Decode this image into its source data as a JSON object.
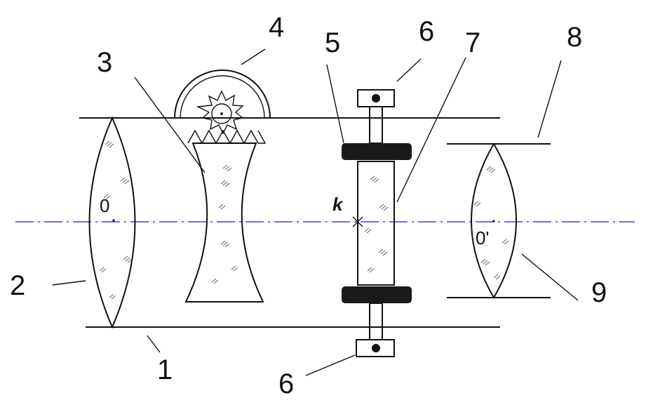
{
  "labels": {
    "l1": "1",
    "l2": "2",
    "l3": "3",
    "l4": "4",
    "l5": "5",
    "l6_top": "6",
    "l6_bottom": "6",
    "l7": "7",
    "l8": "8",
    "l9": "9",
    "k": "k",
    "o": "0",
    "o_prime": "0'"
  },
  "colors": {
    "axis": "#1a1acc",
    "ink": "#111111",
    "block": "#1a1a1a"
  }
}
